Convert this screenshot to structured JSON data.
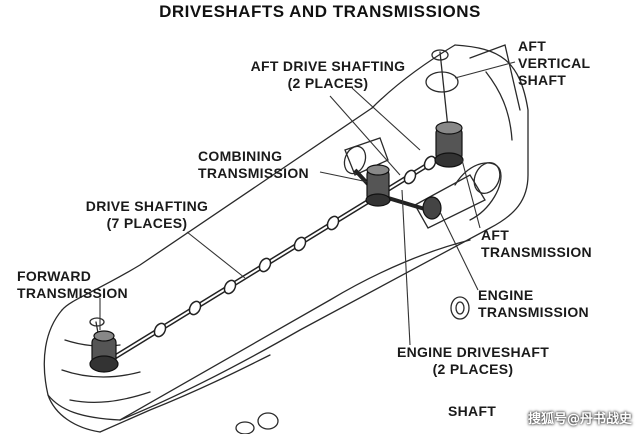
{
  "title": "DRIVESHAFTS AND TRANSMISSIONS",
  "labels": {
    "aft_drive_shafting": [
      "AFT DRIVE SHAFTING",
      "(2 PLACES)"
    ],
    "aft_vertical_shaft": [
      "AFT",
      "VERTICAL",
      "SHAFT"
    ],
    "combining_transmission": [
      "COMBINING",
      "TRANSMISSION"
    ],
    "drive_shafting": [
      "DRIVE SHAFTING",
      "(7 PLACES)"
    ],
    "forward_transmission": [
      "FORWARD",
      "TRANSMISSION"
    ],
    "aft_transmission": [
      "AFT",
      "TRANSMISSION"
    ],
    "engine_transmission": [
      "ENGINE",
      "TRANSMISSION"
    ],
    "engine_driveshaft": [
      "ENGINE DRIVESHAFT",
      "(2 PLACES)"
    ],
    "shaft_partial": "SHAFT"
  },
  "watermark": "搜狐号@丹书战史"
}
